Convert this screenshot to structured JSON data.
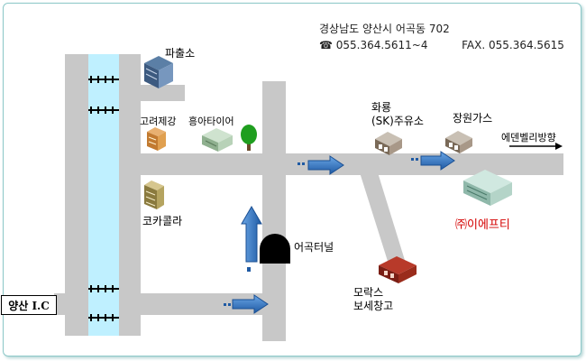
{
  "header": {
    "address": "경상남도 양산시 어곡동 702",
    "phone_icon": "phone-icon",
    "phone": "055.364.5611~4",
    "fax": "FAX. 055.364.5615"
  },
  "landmarks": {
    "police_box": "파출소",
    "goryeo_steel": "고려제강",
    "hungah_tire": "흥아타이어",
    "coca_cola": "코카콜라",
    "gas_station": "화룡\n(SK)주유소",
    "jangwon_gas": "장원가스",
    "tunnel": "어곡터널",
    "morax": "모락스\n보세창고",
    "company": "㈜이에프티",
    "direction": "에덴벨리방향",
    "ic": "양산 I.C"
  },
  "colors": {
    "road": "#c8c8c8",
    "river": "#bff0ff",
    "arrow": "#2e6fb8",
    "company_text": "#d40000"
  }
}
